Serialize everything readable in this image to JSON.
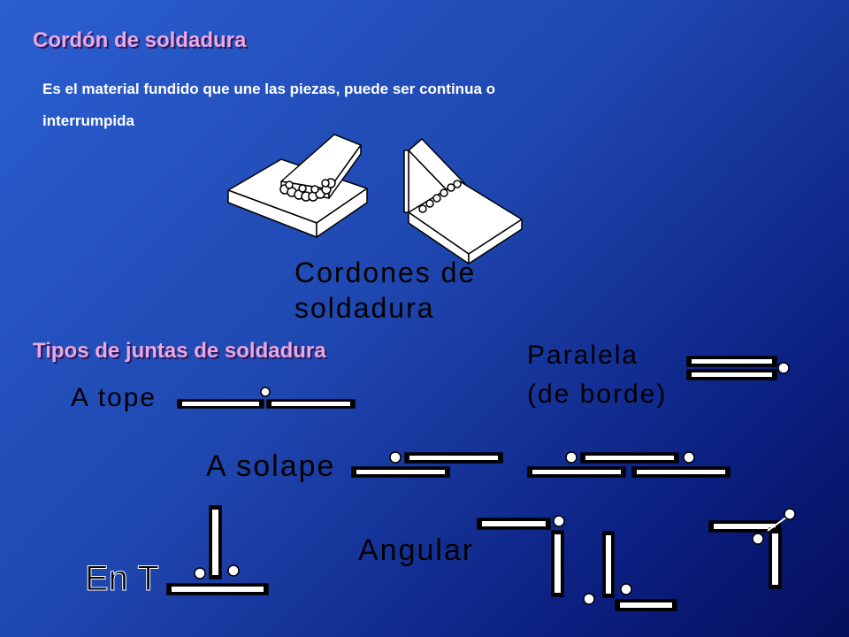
{
  "slide": {
    "title": "Cordón de soldadura",
    "description_line1": "Es el material fundido que une las piezas, puede ser continua o",
    "description_line2": "interrumpida",
    "caption_line1": "Cordones de",
    "caption_line2": "soldadura",
    "subtitle": "Tipos de juntas de soldadura"
  },
  "joints": {
    "butt": "A tope",
    "parallel_line1": "Paralela",
    "parallel_line2": "(de borde)",
    "lap": "A solape",
    "tee": "En T",
    "corner": "Angular"
  },
  "colors": {
    "heading": "#e8a8e0",
    "text": "#ffffff",
    "diagram_fill": "#ffffff",
    "diagram_stroke": "#000000",
    "plate": "#000000"
  }
}
